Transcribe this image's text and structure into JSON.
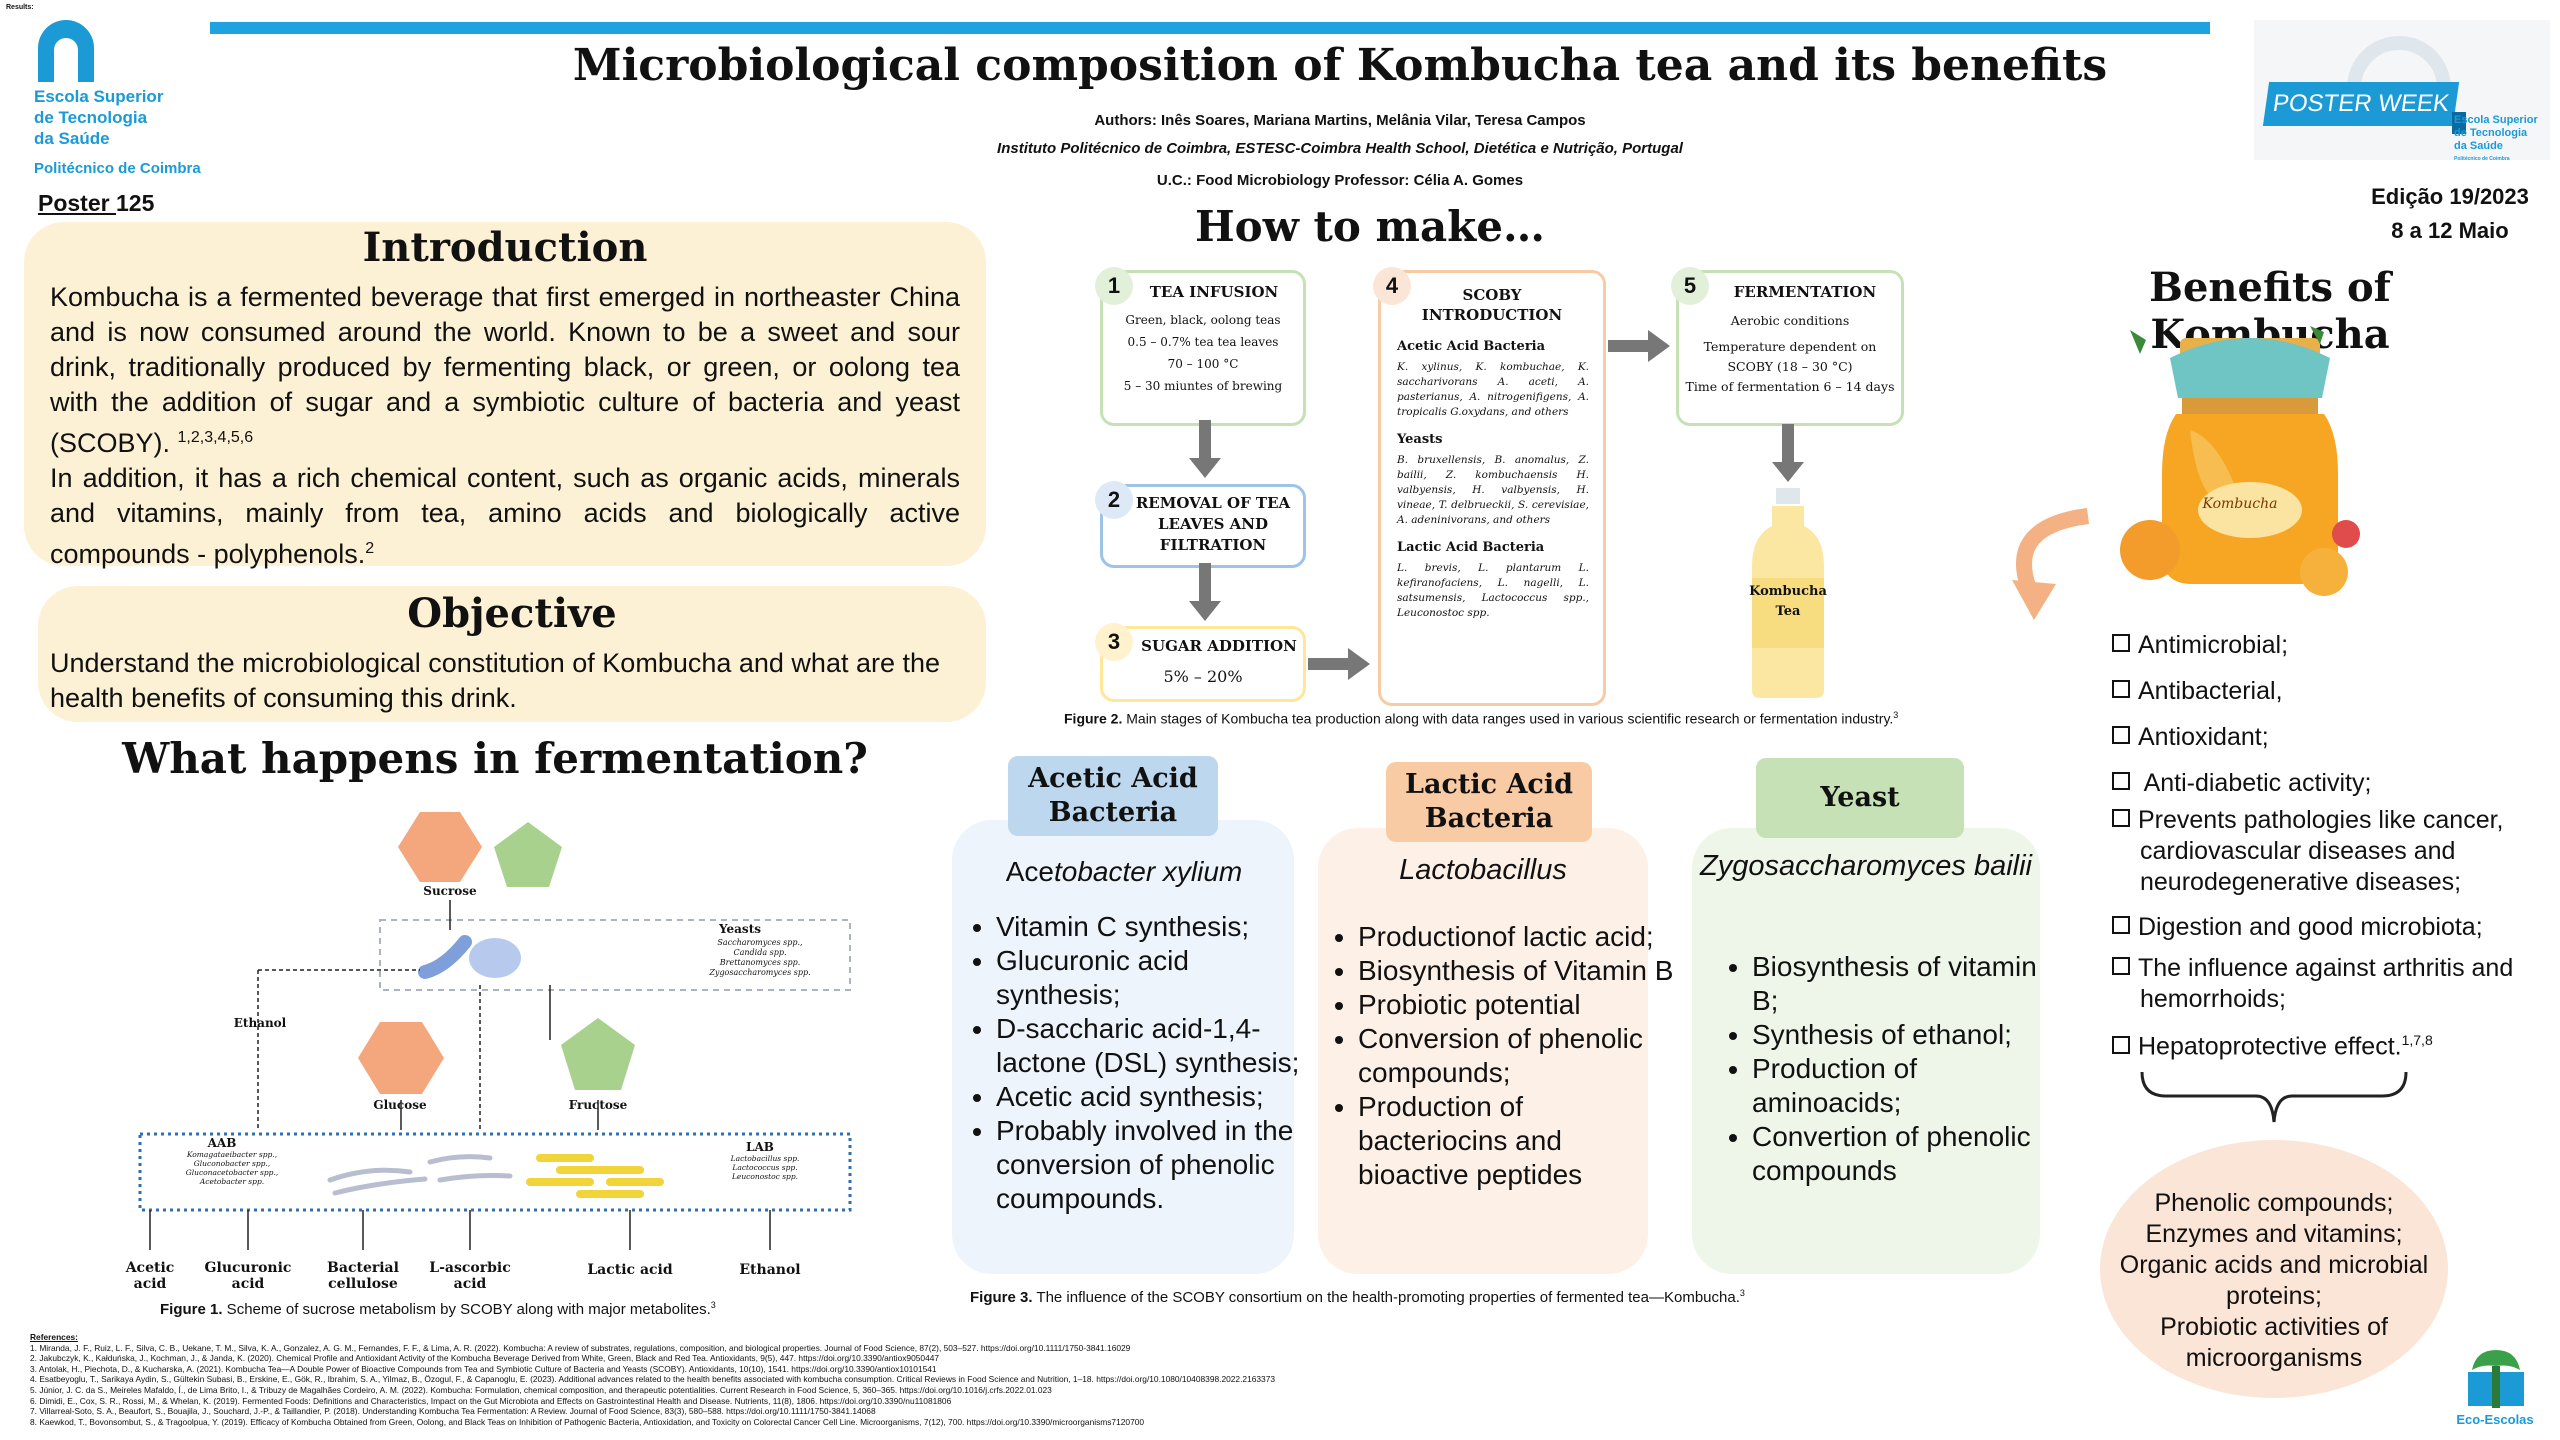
{
  "header": {
    "results_label": "Results:",
    "title": "Microbiological composition of Kombucha tea and its benefits",
    "authors": "Authors: Inês Soares, Mariana Martins, Melânia Vilar, Teresa Campos",
    "institution": "Instituto Politécnico de Coimbra, ESTESC-Coimbra Health School, Dietética e Nutrição, Portugal",
    "course": "U.C.: Food Microbiology Professor: Célia A. Gomes"
  },
  "logo": {
    "line1": "Escola Superior",
    "line2": "de Tecnologia",
    "line3": "da Saúde",
    "sub": "Politécnico de Coimbra"
  },
  "poster_label": {
    "word": "Poster ",
    "number": "125"
  },
  "edition": {
    "line1": "Edição 19/2023",
    "line2": "8 a 12 Maio"
  },
  "poster_week": {
    "badge": "POSTER WEEK",
    "side1": "Escola Superior",
    "side2": "de Tecnologia",
    "side3": "da Saúde",
    "side4": "Politécnico de Coimbra"
  },
  "intro": {
    "title": "Introduction",
    "p1": "Kombucha is a fermented beverage that first emerged in northeaster China and is now consumed around the world. Known to be a sweet and sour drink, traditionally produced by fermenting black, or green, or oolong  tea with the addition of sugar and a symbiotic culture of bacteria and yeast (SCOBY). ",
    "p1_sup": "1,2,3,4,5,6",
    "p2": "In addition, it has a rich chemical content, such as organic acids, minerals and vitamins, mainly from tea, amino acids and biologically active compounds - polyphenols.",
    "p2_sup": "2"
  },
  "objective": {
    "title": "Objective",
    "text": "Understand the microbiological constitution of Kombucha and what are the health benefits of consuming this drink."
  },
  "ferment": {
    "title": "What happens in fermentation?",
    "labels": {
      "sucrose": "Sucrose",
      "yeasts": "Yeasts",
      "yeasts_list": [
        "Saccharomyces spp.,",
        "Candida spp.",
        "Brettanomyces spp.",
        "Zygosaccharomyces spp."
      ],
      "ethanol_top": "Ethanol",
      "glucose": "Glucose",
      "fructose": "Fructose",
      "aab": "AAB",
      "aab_list": [
        "Komagataeibacter spp.,",
        "Gluconobacter spp.,",
        "Gluconacetobacter spp.,",
        "Acetobacter spp."
      ],
      "lab": "LAB",
      "lab_list": [
        "Lactobacillus spp.",
        "Lactococcus spp.",
        "Leuconostoc spp."
      ],
      "outputs": [
        "Acetic acid",
        "Glucuronic acid",
        "Bacterial cellulose",
        "L-ascorbic acid",
        "Lactic acid",
        "Ethanol"
      ]
    },
    "caption_bold": "Figure 1.",
    "caption": " Scheme of sucrose metabolism by SCOBY along with major metabolites.",
    "caption_sup": "3"
  },
  "howto": {
    "title": "How to make…",
    "s1": {
      "n": "1",
      "t": "TEA INFUSION",
      "l": [
        "Green, black, oolong teas",
        "0.5 – 0.7% tea tea leaves",
        "70 – 100 °C",
        "5 – 30 miuntes of brewing"
      ]
    },
    "s2": {
      "n": "2",
      "t1": "REMOVAL OF TEA",
      "t2": "LEAVES AND",
      "t3": "FILTRATION"
    },
    "s3": {
      "n": "3",
      "t": "SUGAR ADDITION",
      "l": "5% – 20%"
    },
    "s4": {
      "n": "4",
      "t1": "SCOBY",
      "t2": "INTRODUCTION",
      "aab_h": "Acetic Acid Bacteria",
      "aab": "K. xylinus, K. kombuchae, K. saccharivorans A. aceti, A. pasterianus, A. nitrogenifigens, A. tropicalis G.oxydans, and others",
      "y_h": "Yeasts",
      "y": "B. bruxellensis, B. anomalus, Z. bailii, Z. kombuchaensis H. valbyensis, H. valbyensis, H. vineae, T. delbrueckii, S. cerevisiae, A. adeninivorans, and others",
      "lab_h": "Lactic Acid Bacteria",
      "lab": "L. brevis, L. plantarum L. kefiranofaciens, L. nagelli, L. satsumensis, Lactococcus spp., Leuconostoc spp."
    },
    "s5": {
      "n": "5",
      "t": "FERMENTATION",
      "l": [
        "Aerobic conditions",
        "Temperature dependent on",
        "SCOBY (18 – 30 °C)",
        "Time of fermentation 6 – 14 days"
      ]
    },
    "bottle": "Kombucha Tea",
    "caption_bold": "Figure 2.",
    "caption": " Main stages of Kombucha tea production along with data ranges used in various scientific research or fermentation industry.",
    "caption_sup": "3"
  },
  "cards": {
    "aab": {
      "header": "Acetic Acid Bacteria",
      "sub_a": "Ace",
      "sub_b": "tobacter xylium",
      "items": [
        "Vitamin C synthesis;",
        "Glucuronic acid synthesis;",
        "D-saccharic acid-1,4-lactone (DSL) synthesis;",
        "Acetic acid synthesis;",
        "Probably involved in the conversion of phenolic coumpounds."
      ]
    },
    "lab": {
      "header": "Lactic Acid Bacteria",
      "sub": "Lactobacillus",
      "items": [
        "Productionof lactic acid;",
        "Biosynthesis of Vitamin B",
        "Probiotic potential",
        "Conversion of phenolic compounds;",
        "Production of bacteriocins and bioactive peptides"
      ]
    },
    "yeast": {
      "header": "Yeast",
      "sub": "Zygosaccharomyces bailii",
      "items": [
        "Biosynthesis of vitamin B;",
        "Synthesis of ethanol;",
        "Production of aminoacids;",
        "Convertion of phenolic compounds"
      ]
    },
    "caption_bold": "Figure 3.",
    "caption": " The influence of the SCOBY consortium on the health-promoting properties of fermented tea—Kombucha.",
    "caption_sup": "3"
  },
  "benefits": {
    "title": "Benefits of Kombucha",
    "jar_label": "Kombucha",
    "items": [
      "Antimicrobial;",
      "Antibacterial,",
      "Antioxidant;",
      " Anti-diabetic activity;",
      "Prevents pathologies like cancer, cardiovascular diseases and neurodegenerative diseases;",
      "Digestion and good microbiota;",
      "The influence against arthritis and hemorrhoids;",
      "Hepatoprotective effect."
    ],
    "last_sup": "1,7,8",
    "circle": [
      "Phenolic compounds;",
      "Enzymes and vitamins;",
      "Organic acids and microbial proteins;",
      "Probiotic activities of microorganisms"
    ]
  },
  "eco": "Eco-Escolas",
  "refs": {
    "heading": "References:",
    "items": [
      "Miranda, J. F., Ruiz, L. F., Silva, C. B., Uekane, T. M., Silva, K. A., Gonzalez, A. G. M., Fernandes, F. F., & Lima, A. R. (2022). Kombucha: A review of substrates, regulations, composition, and biological properties. Journal of Food Science, 87(2), 503–527. https://doi.org/10.1111/1750-3841.16029",
      "Jakubczyk, K., Kałduńska, J., Kochman, J., & Janda, K. (2020). Chemical Profile and Antioxidant Activity of the Kombucha Beverage Derived from White, Green, Black and Red Tea. Antioxidants, 9(5), 447. https://doi.org/10.3390/antiox9050447",
      "Antolak, H., Piechota, D., & Kucharska, A. (2021). Kombucha Tea—A Double Power of Bioactive Compounds from Tea and Symbiotic Culture of Bacteria and Yeasts (SCOBY). Antioxidants, 10(10), 1541. https://doi.org/10.3390/antiox10101541",
      "Esatbeyoglu, T., Sarikaya Aydin, S., Gültekin Subasi, B., Erskine, E., Gök, R., Ibrahim, S. A., Yilmaz, B., Özogul, F., & Capanoglu, E. (2023). Additional advances related to the health benefits associated with kombucha consumption. Critical Reviews in Food Science and Nutrition, 1–18. https://doi.org/10.1080/10408398.2022.2163373",
      "Júnior, J. C. da S., Meireles Mafaldo, Í., de Lima Brito, I., & Tribuzy de Magalhães Cordeiro, A. M. (2022). Kombucha: Formulation, chemical composition, and therapeutic potentialities. Current Research in Food Science, 5, 360–365. https://doi.org/10.1016/j.crfs.2022.01.023",
      "Dimidi, E., Cox, S. R., Rossi, M., & Whelan, K. (2019). Fermented Foods: Definitions and Characteristics, Impact on the Gut Microbiota and Effects on Gastrointestinal Health and Disease. Nutrients, 11(8), 1806. https://doi.org/10.3390/nu11081806",
      "Villarreal-Soto, S. A., Beaufort, S., Bouajila, J., Souchard, J.-P., & Taillandier, P. (2018). Understanding Kombucha Tea Fermentation: A Review. Journal of Food Science, 83(3), 580–588. https://doi.org/10.1111/1750-3841.14068",
      "Kaewkod, T., Bovonsombut, S., & Tragoolpua, Y. (2019). Efficacy of Kombucha Obtained from Green, Oolong, and Black Teas on Inhibition of Pathogenic Bacteria, Antioxidation, and Toxicity on Colorectal Cancer Cell Line. Microorganisms, 7(12), 700. https://doi.org/10.3390/microorganisms7120700"
    ]
  },
  "colors": {
    "accent": "#1fa3e0",
    "intro_bg": "#fdf1d5",
    "aab": "#bcd7ee",
    "lab": "#f8cba5",
    "yeast": "#c5e1b5"
  }
}
